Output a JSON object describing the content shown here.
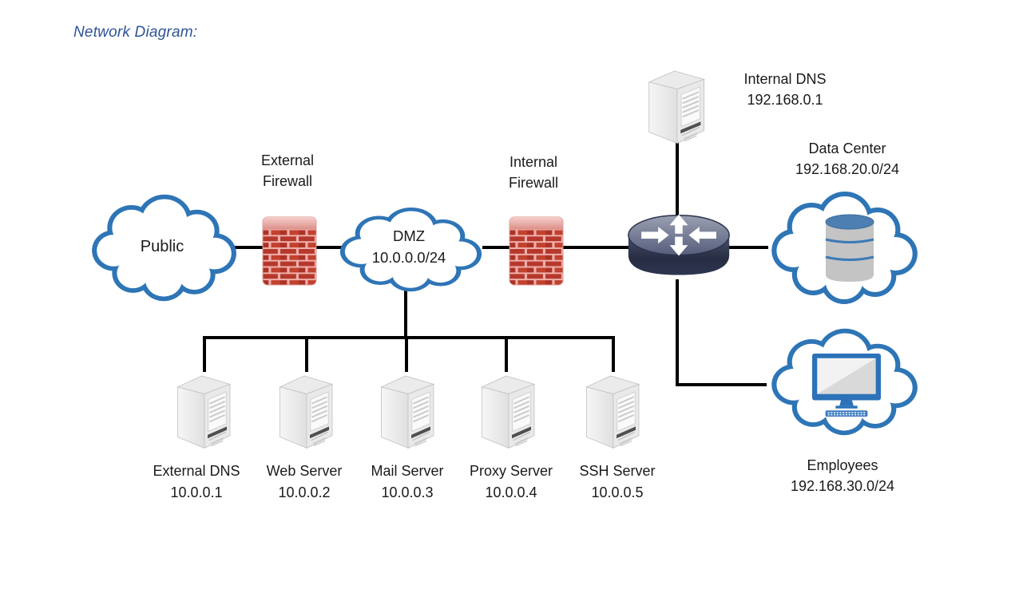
{
  "title": "Network Diagram:",
  "nodes": {
    "public": {
      "label": "Public"
    },
    "external_firewall": {
      "line1": "External",
      "line2": "Firewall"
    },
    "dmz": {
      "line1": "DMZ",
      "line2": "10.0.0.0/24"
    },
    "internal_firewall": {
      "line1": "Internal",
      "line2": "Firewall"
    },
    "router": {
      "type": "router"
    },
    "internal_dns": {
      "line1": "Internal DNS",
      "line2": "192.168.0.1"
    },
    "data_center": {
      "line1": "Data Center",
      "line2": "192.168.20.0/24"
    },
    "employees": {
      "line1": "Employees",
      "line2": "192.168.30.0/24"
    },
    "dmz_servers": [
      {
        "name": "External DNS",
        "ip": "10.0.0.1"
      },
      {
        "name": "Web Server",
        "ip": "10.0.0.2"
      },
      {
        "name": "Mail Server",
        "ip": "10.0.0.3"
      },
      {
        "name": "Proxy Server",
        "ip": "10.0.0.4"
      },
      {
        "name": "SSH Server",
        "ip": "10.0.0.5"
      }
    ]
  },
  "icons": {
    "cloud": "cloud-outline",
    "firewall": "brick-wall",
    "router": "cisco-router-cylinder",
    "server": "tower-server",
    "database": "database-cylinder",
    "workstation": "monitor-and-keyboard"
  },
  "colors": {
    "cloud_outline": "#2E75B6",
    "connector": "#000000",
    "title_text": "#2F5496",
    "label_text": "#1A1A1A",
    "firewall_brick": "#B6382C",
    "firewall_mortar": "#EFB0AA",
    "router_body": "#2E3550",
    "database_accent": "#3D7AB5",
    "monitor_accent": "#2B72B8"
  }
}
